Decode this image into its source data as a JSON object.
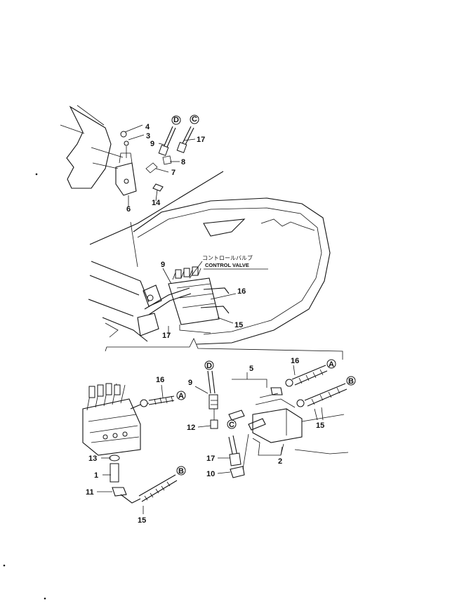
{
  "diagram": {
    "callout_text": "コントロールバルブ",
    "callout_text_en": "CONTROL VALVE",
    "circle_labels": [
      "A",
      "B",
      "C",
      "D"
    ],
    "labels": [
      "1",
      "2",
      "3",
      "4",
      "5",
      "6",
      "7",
      "8",
      "9",
      "10",
      "11",
      "12",
      "13",
      "14",
      "15",
      "16",
      "17"
    ]
  }
}
